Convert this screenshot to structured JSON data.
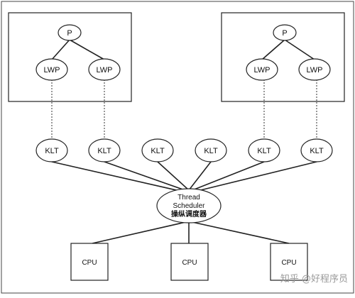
{
  "diagram": {
    "process_label": "P",
    "lwp_label": "LWP",
    "klt_label": "KLT",
    "scheduler": {
      "line1": "Thread",
      "line2": "Scheduler",
      "line3": "操纵调度器"
    },
    "cpu_label": "CPU",
    "watermark": "知乎 @好程序员",
    "colors": {
      "stroke": "#222222",
      "text": "#111111",
      "background": "#ffffff",
      "watermark": "#9a9a9a"
    }
  }
}
